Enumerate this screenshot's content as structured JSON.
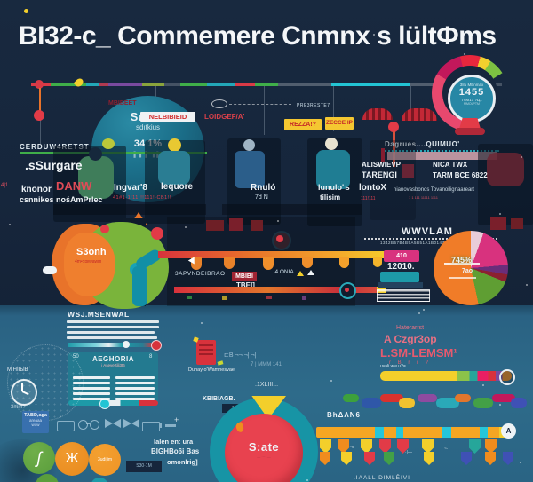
{
  "title": "BI32-c_ Commemere Cnmnx s lültФms",
  "top": {
    "bubble_l1": "Sumni",
    "bubble_l2": "sdıtkius",
    "bubble_l3": "34 1%",
    "dark_red_label": "MBIBEET",
    "white_box_label": "NELBIBIEID",
    "red_label": "LOIDGEF/A'",
    "tiny_above_boxes": "PRE3RESTE7",
    "yellow_box1": "REZZA!?",
    "yellow_box2": "ZECCE IP"
  },
  "gauge": {
    "top_label": "38u MBnmax",
    "value": "1455",
    "sub1": "74M17 ?Ц1",
    "sub2": "MMOLPТМ"
  },
  "left_section": {
    "header": "CERDUW4RETST",
    "big": ".sSurgare",
    "red": "DANW",
    "w1": "knonor",
    "w2": "csnnikes nośAmPrlec",
    "edge": "4|1"
  },
  "right_section": {
    "header": "Dagrues....QUIMUO'",
    "a1": "ALISWIEVP",
    "a2": "TARENGI",
    "b1": "NlCA TWX",
    "b2": "TARM BCE 6822"
  },
  "people": {
    "n1": "Ingvar'8",
    "n2": "lequore",
    "n3": "Rnuló",
    "n4": "lunulo'ъ",
    "n5": "lontoX",
    "strip": "41#1·1!11¡!!111!·CB1!!",
    "sub3": "7d N",
    "sub4": "tilisim",
    "sub5": "111!111",
    "small": "nianovasbonos Tovanoilignaareart",
    "small2": "1 1 111 11111 1111"
  },
  "mid": {
    "blob": "S3onh",
    "blob_sub": "4m•±œwawm",
    "t1": "3APVNDEIBRAO",
    "t2": "MBIBI",
    "t3": "TBEI]",
    "t4": "l4 ONIA",
    "chart_header": "WWVLAM",
    "chart_sub": "1342B67B4B5A5B51A1B0147",
    "bar_top": "410",
    "bar_value": "12010.",
    "pie_value": "745%",
    "pie_sub": "7ao"
  },
  "bottom": {
    "list_header": "WSJ.MSENWAL",
    "teal_header": "AEGHORIA",
    "teal_sub": "i Asevertili3t6",
    "teal_c1": "50",
    "teal_c2": "8",
    "clock_above": "M HIIЫB",
    "clock_below": "3mm?",
    "report_caption": "Dunay o'Wamnesvae",
    "r1": "⊏B ¬¬ ¬| ¬|",
    "r2": "7 | MMM 141",
    "r3": ".1XLIII...",
    "r4": "KBIBIAGB.",
    "r5": "11MM1",
    "heading1": "Haterarrst",
    "heading2": "A Czgr3op",
    "heading3": "L.SM-LEMSM¹",
    "heading_ticks": "r  B  r  r  ?",
    "bar_label": "uvali ww u2=",
    "gantt_header": "BhΔΛN6",
    "badge": "A",
    "gantt_m1": "~v",
    "gantt_m2": "·|—",
    "gantt_m3": "~·",
    "bottom_line": ".IAALL DIMLĒIVI",
    "donut_label": "S:ate",
    "donut_sub": "— ···· —",
    "tabd1": "TABD,aga",
    "tabd2": "areaaa",
    "tabd3": "wow",
    "f1": "lalen en: ura",
    "f2": "BIGHBo6i Bas",
    "f3": "omonlrig]",
    "box_text": "S30·1M",
    "c1_glyph": "ʃ",
    "c2_glyph": "Ж",
    "c3_text": "3udi|im",
    "plus": "+"
  },
  "decor": {
    "bg_top": "#16263c",
    "bg_bottom": "#2e6b8a",
    "timeline_colors": [
      "#d93a46",
      "#3fae49",
      "#23a7b8",
      "#b03a50",
      "#7a4a9e",
      "#8aa43c",
      "rgba(255,255,255,.2)",
      "#3fae49",
      "#23a7b8",
      "#d93a46",
      "#3fae49",
      "rgba(255,255,255,.25)",
      "#23c4d4",
      "rgba(255,255,255,.25)",
      "#23c4d4",
      "rgba(255,255,255,.2)"
    ],
    "pin_colors_row1": [
      "#f3cf2b",
      "#f08c1e",
      "#f3cf2b",
      "#e23b47",
      "#e23b47",
      "#f3cf2b",
      "#26a69a",
      "#f08c1e"
    ],
    "pin_colors_row2": [
      "#f08c1e",
      "#f3cf2b",
      "#e23b47",
      "#43a047",
      "#f3cf2b",
      "#3f51b5",
      "#f08c1e",
      "#3f51b5"
    ],
    "strip_colors": [
      "#3da13c",
      "#2f57a8",
      "#d8322e",
      "#f0c22f",
      "#8e4ba0",
      "#2aa9b8",
      "#e2762c",
      "#43a047",
      "#c2185b",
      "#3f51b5"
    ]
  }
}
